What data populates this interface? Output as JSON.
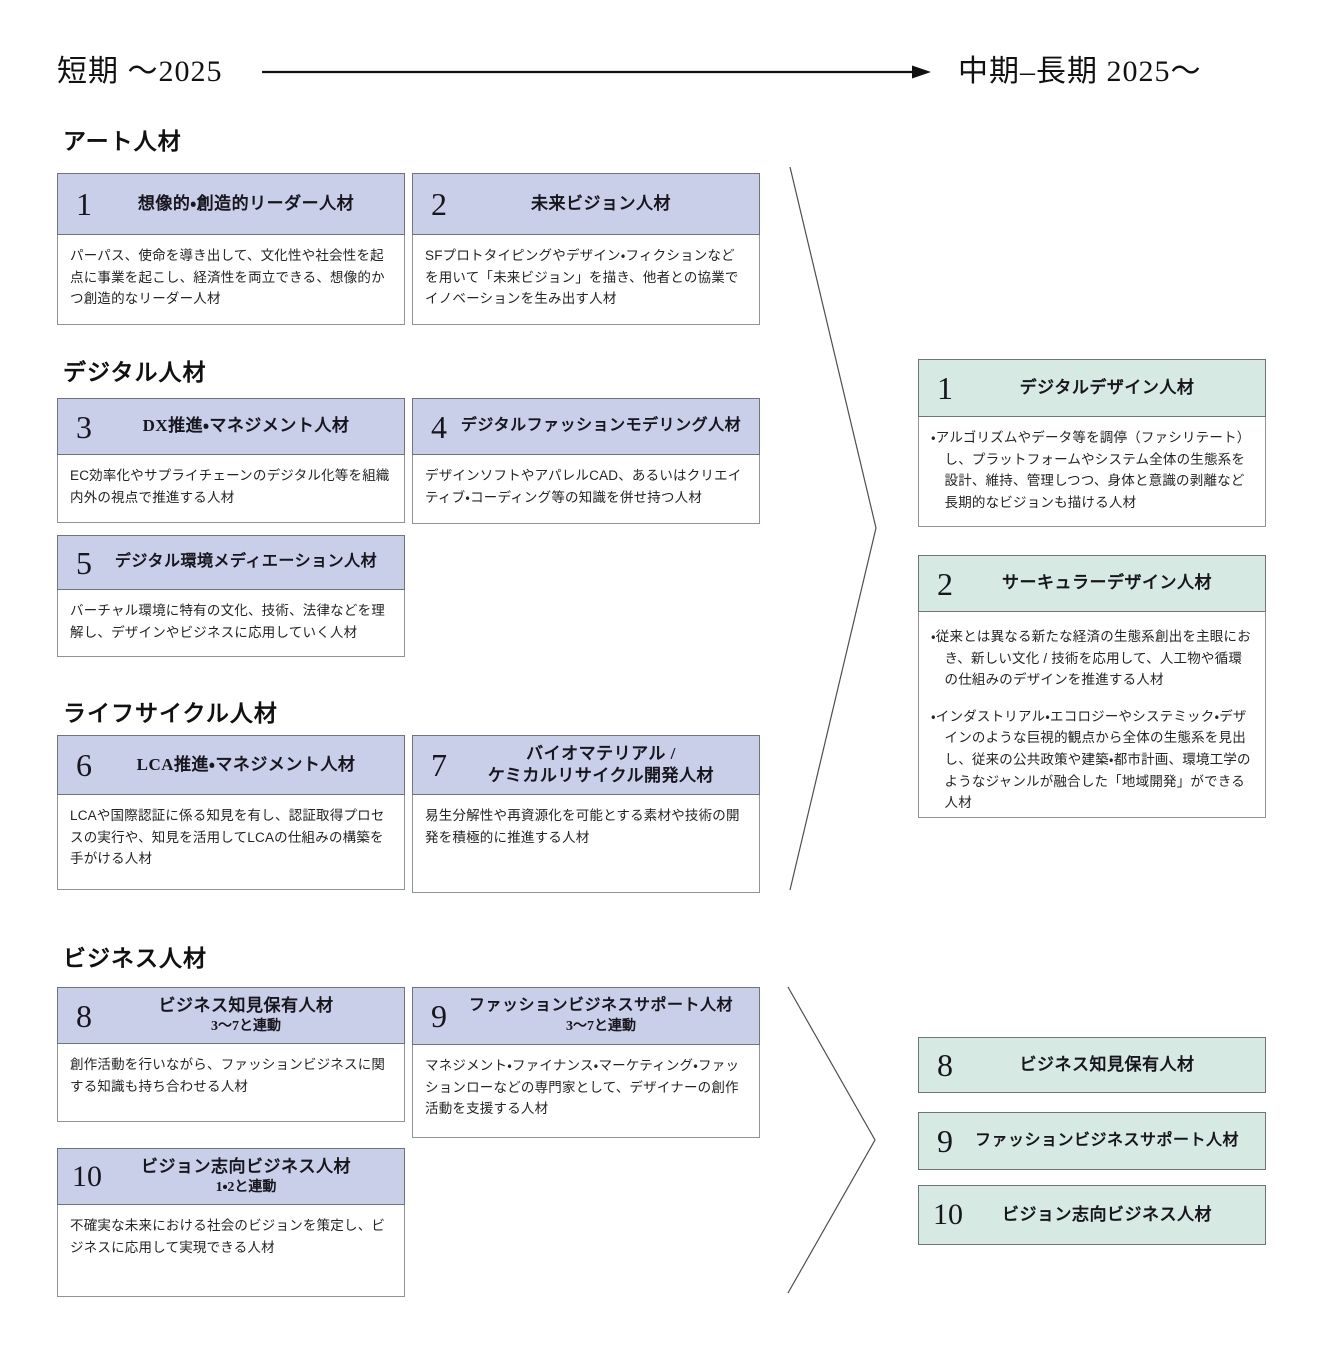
{
  "timeline": {
    "short_term_label": "短期 ～2025",
    "mid_term_label": "中期–長期 2025～"
  },
  "sections": {
    "art": "アート人材",
    "digital": "デジタル人材",
    "lifecycle": "ライフサイクル人材",
    "business": "ビジネス人材"
  },
  "colors": {
    "short_card_header": "#c9cee9",
    "mid_card_header": "#d6e9e2",
    "card_border": "#6e737d",
    "body_border": "#8f949c",
    "text": "#1c1c1c"
  },
  "short_term_cards": [
    {
      "num": "1",
      "title": "想像的・創造的リーダー人材",
      "body": "パーパス、使命を導き出して、文化性や社会性を起点に事業を起こし、経済性を両立できる、想像的かつ創造的なリーダー人材"
    },
    {
      "num": "2",
      "title": "未来ビジョン人材",
      "body": "SFプロトタイピングやデザイン・フィクションなどを用いて「未来ビジョン」を描き、他者との協業でイノベーションを生み出す人材"
    },
    {
      "num": "3",
      "title": "DX推進・マネジメント人材",
      "body": "EC効率化やサプライチェーンのデジタル化等を組織内外の視点で推進する人材"
    },
    {
      "num": "4",
      "title": "デジタルファッションモデリング人材",
      "body": "デザインソフトやアパレルCAD、あるいはクリエイティブ・コーディング等の知識を併せ持つ人材"
    },
    {
      "num": "5",
      "title": "デジタル環境メディエーション人材",
      "body": "バーチャル環境に特有の文化、技術、法律などを理解し、デザインやビジネスに応用していく人材"
    },
    {
      "num": "6",
      "title": "LCA推進・マネジメント人材",
      "body": "LCAや国際認証に係る知見を有し、認証取得プロセスの実行や、知見を活用してLCAの仕組みの構築を手がける人材"
    },
    {
      "num": "7",
      "title": "バイオマテリアル /\nケミカルリサイクル開発人材",
      "body": "易生分解性や再資源化を可能とする素材や技術の開発を積極的に推進する人材"
    },
    {
      "num": "8",
      "title": "ビジネス知見保有人材",
      "subtitle": "3～7と連動",
      "body": "創作活動を行いながら、ファッションビジネスに関する知識も持ち合わせる人材"
    },
    {
      "num": "9",
      "title": "ファッションビジネスサポート人材",
      "subtitle": "3～7と連動",
      "body": "マネジメント・ファイナンス・マーケティング・ファッションローなどの専門家として、デザイナーの創作活動を支援する人材"
    },
    {
      "num": "10",
      "title": "ビジョン志向ビジネス人材",
      "subtitle": "1・2と連動",
      "body": "不確実な未来における社会のビジョンを策定し、ビジネスに応用して実現できる人材"
    }
  ],
  "mid_term_cards": [
    {
      "num": "1",
      "title": "デジタルデザイン人材",
      "bullets": [
        "・アルゴリズムやデータ等を調停（ファシリテート）し、プラットフォームやシステム全体の生態系を設計、維持、管理しつつ、身体と意識の剥離など長期的なビジョンも描ける人材"
      ]
    },
    {
      "num": "2",
      "title": "サーキュラーデザイン人材",
      "bullets": [
        "・従来とは異なる新たな経済の生態系創出を主眼におき、新しい文化 / 技術を応用して、人工物や循環の仕組みのデザインを推進する人材",
        "・インダストリアル・エコロジーやシステミック・デザインのような巨視的観点から全体の生態系を見出し、従来の公共政策や建築・都市計画、環境工学のようなジャンルが融合した「地域開発」ができる人材"
      ]
    },
    {
      "num": "8",
      "title": "ビジネス知見保有人材",
      "bullets": []
    },
    {
      "num": "9",
      "title": "ファッションビジネスサポート人材",
      "bullets": []
    },
    {
      "num": "10",
      "title": "ビジョン志向ビジネス人材",
      "bullets": []
    }
  ]
}
